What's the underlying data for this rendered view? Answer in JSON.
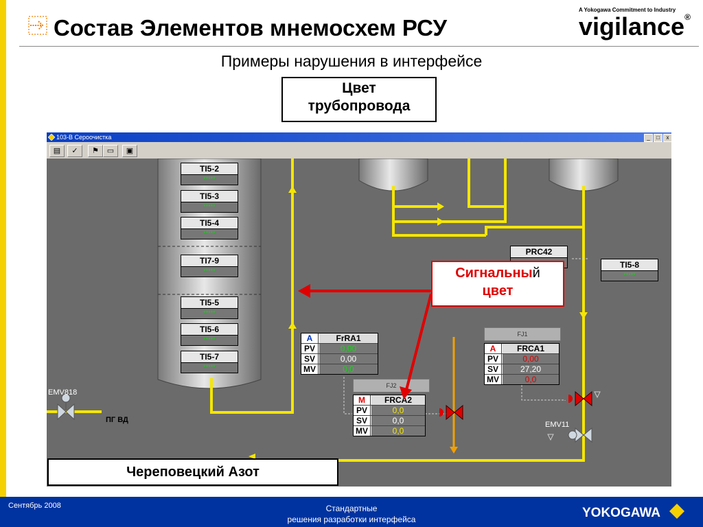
{
  "slide": {
    "title": "Состав Элементов мнемосхем РСУ",
    "subtitle": "Примеры нарушения в интерфейсе",
    "logo_tagline": "A Yokogawa Commitment to Industry",
    "logo_word": "vigilance",
    "logo_mark": "®"
  },
  "callouts": {
    "pipe_color_line1": "Цвет",
    "pipe_color_line2": "трубопровода",
    "alarm_color_a": "Сигнальны",
    "alarm_color_b": "й",
    "alarm_color_line2": "цвет",
    "company": "Череповецкий Азот"
  },
  "window": {
    "title": "103-В Сероочистка",
    "min_icon": "_",
    "max_icon": "□",
    "close_icon": "x",
    "toolbar": [
      {
        "icon": "printer-icon",
        "glyph": "▤"
      },
      {
        "icon": "check-icon",
        "glyph": "✓"
      },
      {
        "icon": "flag-icon",
        "glyph": "⚑"
      },
      {
        "icon": "folder-icon",
        "glyph": "▭"
      },
      {
        "icon": "screen-icon",
        "glyph": "▣"
      }
    ]
  },
  "tags": [
    {
      "name": "TI5-2",
      "value": "*****"
    },
    {
      "name": "TI5-3",
      "value": "*****"
    },
    {
      "name": "TI5-4",
      "value": "*****"
    },
    {
      "name": "TI7-9",
      "value": "*****"
    },
    {
      "name": "TI5-5",
      "value": "*****"
    },
    {
      "name": "TI5-6",
      "value": "*****"
    },
    {
      "name": "TI5-7",
      "value": "*****"
    },
    {
      "name": "TI5-8",
      "value": "*****"
    },
    {
      "name": "PRC42",
      "value": ""
    }
  ],
  "faceplates": {
    "frra1": {
      "mode": "A",
      "name": "FrRA1",
      "pv": "0,00",
      "sv": "0,00",
      "mv": "0,0"
    },
    "frca2": {
      "label": "FJ2",
      "mode": "M",
      "name": "FRCA2",
      "pv": "0,0",
      "sv": "0,0",
      "mv": "0,0"
    },
    "frca1": {
      "label": "FJ1",
      "mode": "A",
      "name": "FRCA1",
      "pv": "0,00",
      "sv": "27,20",
      "mv": "0,0"
    }
  },
  "row_labels": {
    "pv": "PV",
    "sv": "SV",
    "mv": "MV"
  },
  "labels": {
    "emv818": "EMV818",
    "emv11": "EMV11",
    "pg_vd": "ПГ ВД"
  },
  "colors": {
    "pipe": "#f5e600",
    "orange_pipe": "#f2a000",
    "alarm_red": "#e00000",
    "pv_green": "#19d219",
    "pv_yellow": "#f5e600",
    "mimic_bg": "#6b6b6b",
    "footer_blue": "#0033a0"
  },
  "footer": {
    "date": "Сентябрь 2008",
    "line1": "Стандартные",
    "line2": "решения разработки интерфейса",
    "brand": "YOKOGAWA"
  }
}
